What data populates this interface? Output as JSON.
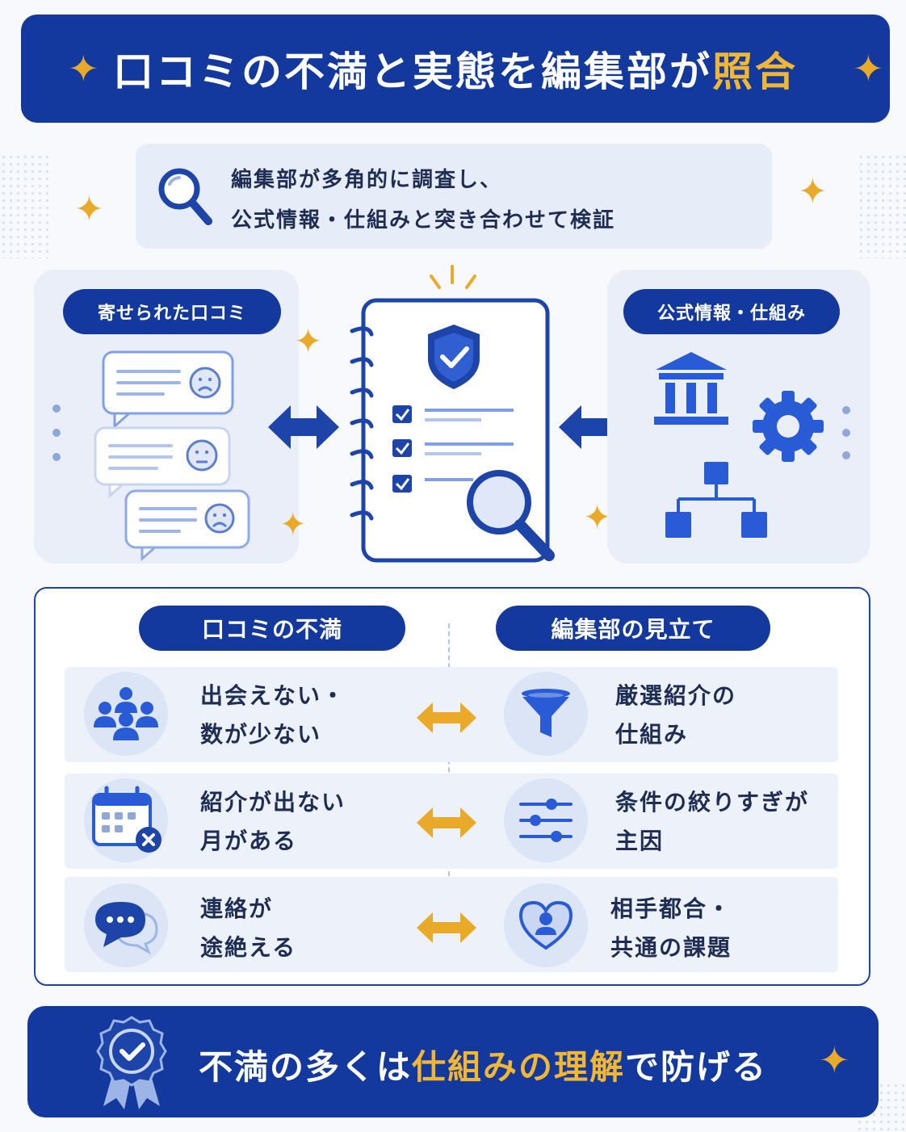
{
  "header": {
    "title_prefix": "口コミの不満と実態を編集部が",
    "title_highlight": "照合"
  },
  "intro": {
    "line1": "編集部が多角的に調査し、",
    "line2": "公式情報・仕組みと突き合わせて検証"
  },
  "left_panel": {
    "label": "寄せられた口コミ"
  },
  "right_panel": {
    "label": "公式情報・仕組み"
  },
  "comparison": {
    "left_header": "口コミの不満",
    "right_header": "編集部の見立て",
    "rows": [
      {
        "complaint": "出会えない・\n数が少ない",
        "complaint_icon": "people-group-icon",
        "finding": "厳選紹介の\n仕組み",
        "finding_icon": "funnel-icon"
      },
      {
        "complaint": "紹介が出ない\n月がある",
        "complaint_icon": "calendar-x-icon",
        "finding": "条件の絞りすぎが\n主因",
        "finding_icon": "sliders-icon"
      },
      {
        "complaint": "連絡が\n途絶える",
        "complaint_icon": "chat-bubble-icon",
        "finding": "相手都合・\n共通の課題",
        "finding_icon": "heart-person-icon"
      }
    ]
  },
  "footer": {
    "text_prefix": "不満の多くは",
    "text_highlight": "仕組みの理解",
    "text_suffix": "で防げる"
  },
  "colors": {
    "navy": "#13399e",
    "accent_gold": "#f2b732",
    "icon_blue": "#2a5bd7",
    "panel_bg": "#e9eef9"
  }
}
